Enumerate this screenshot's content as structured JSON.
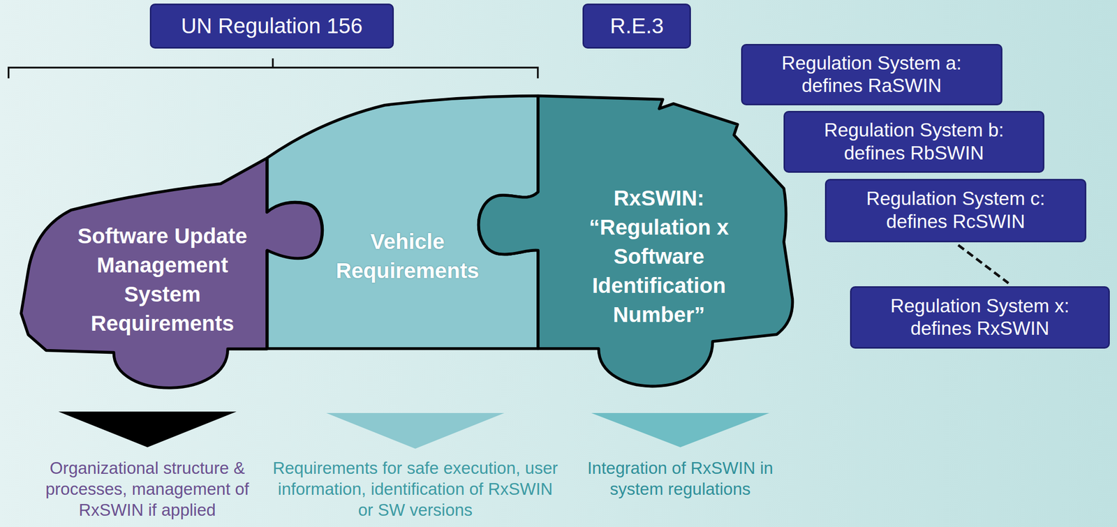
{
  "diagram": {
    "nodes": [
      {
        "text": [
          "UN Regulation 156"
        ]
      },
      {
        "text": [
          "R.E.3"
        ]
      },
      {
        "text": [
          "Software Update Management System Requirements"
        ]
      },
      {
        "text": [
          "Vehicle Requirements"
        ]
      },
      {
        "text": [
          "RxSWIN: “Regulation x Software Identification Number”"
        ]
      },
      {
        "text": [
          "Regulation System a: defines RaSWIN"
        ]
      },
      {
        "text": [
          "Regulation System b: defines RbSWIN"
        ]
      },
      {
        "text": [
          "Regulation System c: defines RcSWIN"
        ]
      },
      {
        "text": [
          "Regulation System x: defines RxSWIN"
        ]
      }
    ],
    "edges": [
      {
        "from": 7,
        "to": 8,
        "arrow": "none"
      }
    ],
    "labels": [
      "Organizational structure & processes, management of RxSWIN if applied",
      "Requirements for safe execution, user information, identification of RxSWIN or SW versions",
      "Integration of RxSWIN in system regulations"
    ]
  }
}
